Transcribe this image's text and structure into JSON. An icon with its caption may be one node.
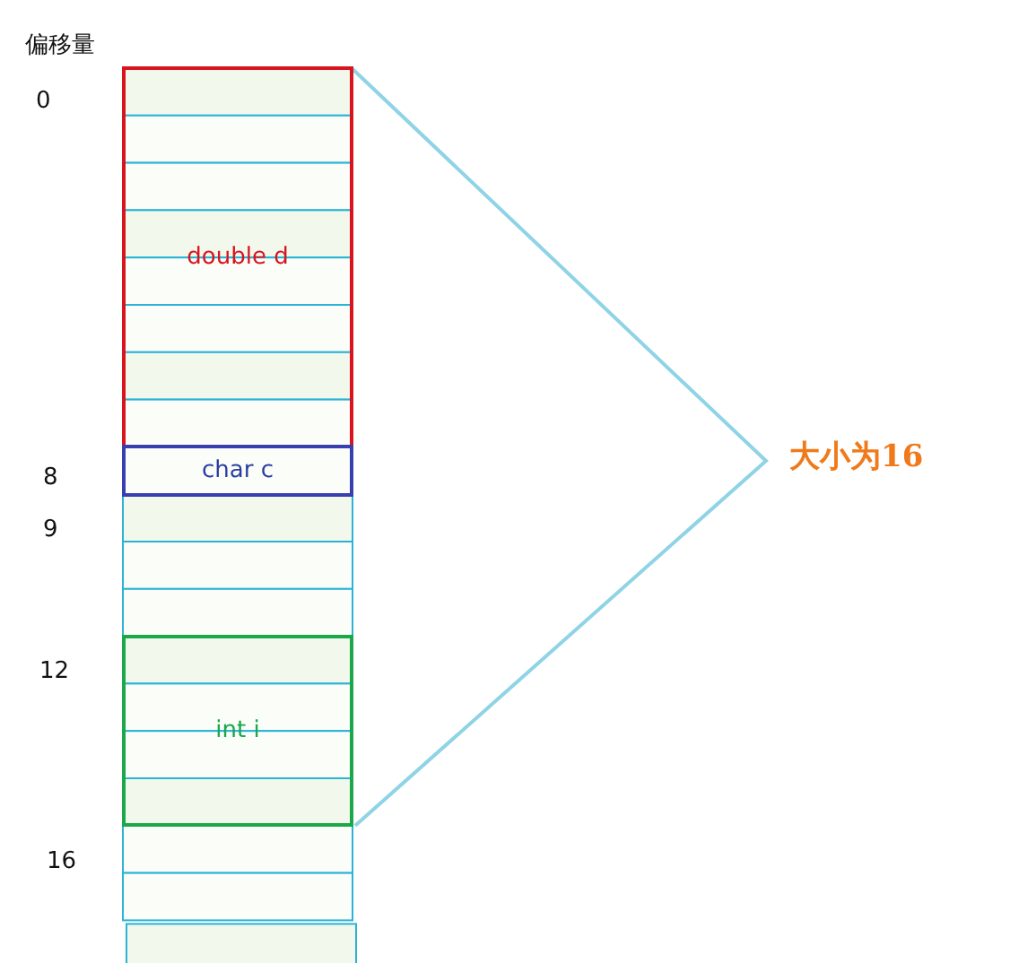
{
  "diagram": {
    "nodes": [
      {
        "text": [
          "double d"
        ]
      },
      {
        "text": [
          "char c"
        ]
      },
      {
        "text": [
          "int i"
        ]
      }
    ],
    "labels": [
      "偏移量",
      "0",
      "8",
      "9",
      "12",
      "16",
      "大小为16"
    ]
  }
}
